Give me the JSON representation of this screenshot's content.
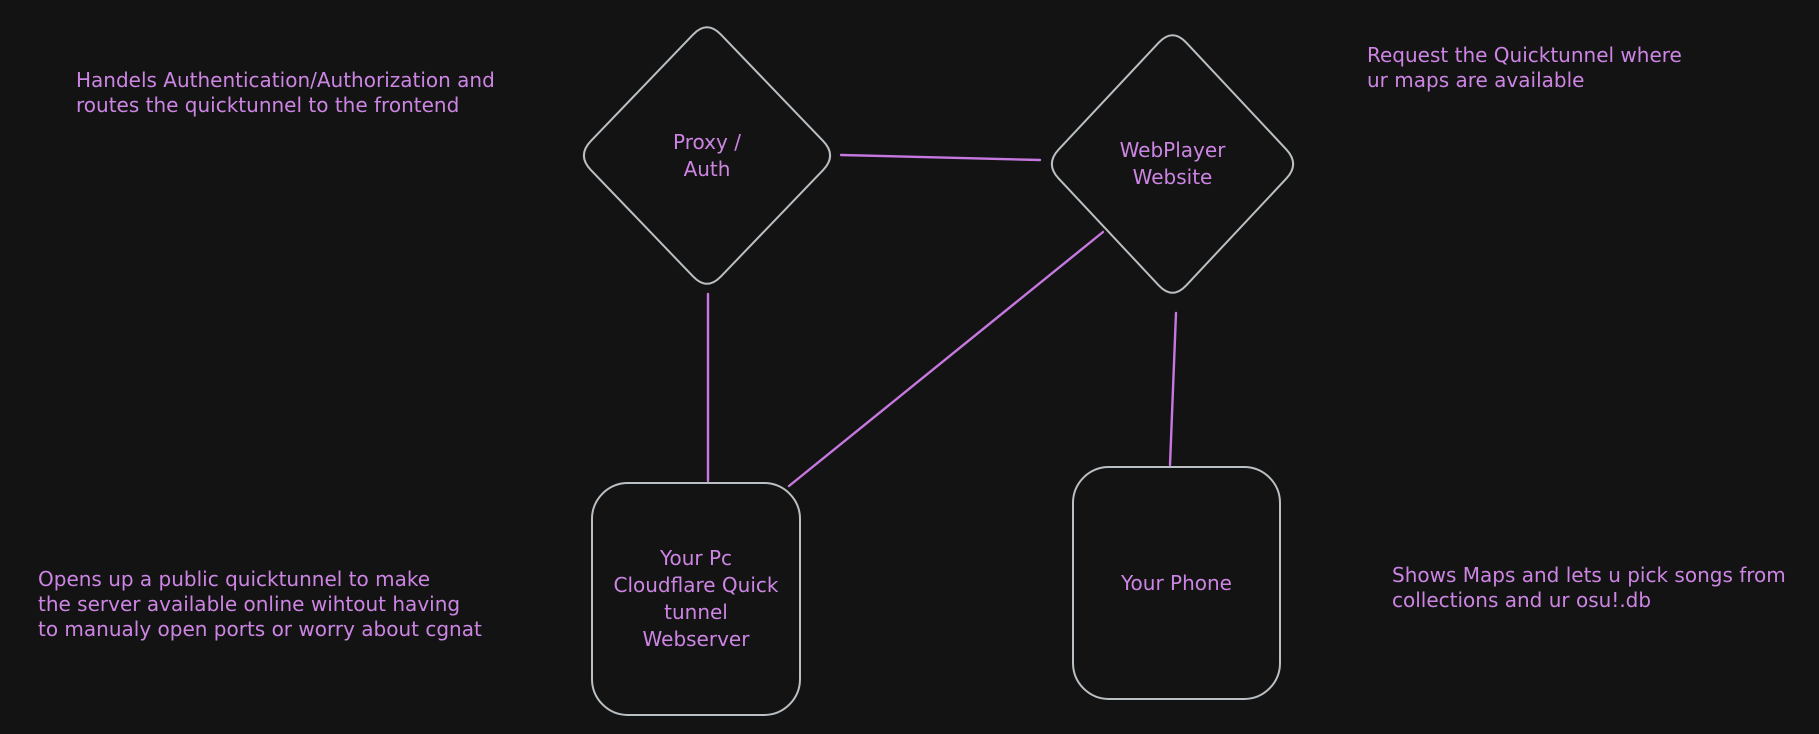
{
  "canvas": {
    "theme": "dark",
    "background_color": "#131313",
    "shape_stroke_color": "#b9bfc3",
    "connector_color": "#c678e0",
    "text_color": "#cd85e4"
  },
  "nodes": [
    {
      "id": "proxy-auth",
      "shape": "diamond",
      "lines": [
        "Proxy /",
        "Auth"
      ]
    },
    {
      "id": "webplayer-website",
      "shape": "diamond",
      "lines": [
        "WebPlayer",
        "Website"
      ]
    },
    {
      "id": "pc-webserver",
      "shape": "rounded-rect",
      "lines": [
        "Your Pc",
        "Cloudflare Quick",
        "tunnel",
        "Webserver"
      ]
    },
    {
      "id": "your-phone",
      "shape": "rounded-rect",
      "lines": [
        "Your Phone"
      ]
    }
  ],
  "edges": [
    {
      "from": "proxy-auth",
      "to": "webplayer-website"
    },
    {
      "from": "proxy-auth",
      "to": "pc-webserver"
    },
    {
      "from": "webplayer-website",
      "to": "pc-webserver"
    },
    {
      "from": "webplayer-website",
      "to": "your-phone"
    }
  ],
  "annotations": {
    "top_left": {
      "lines": [
        "Handels Authentication/Authorization and",
        "routes the quicktunnel to the frontend"
      ]
    },
    "top_right": {
      "lines": [
        "Request the Quicktunnel where",
        "ur maps are available"
      ]
    },
    "bottom_left": {
      "lines": [
        "Opens up a public quicktunnel to make",
        "the server available online wihtout having",
        "to manualy open ports or worry about cgnat"
      ]
    },
    "bottom_right": {
      "lines": [
        "Shows Maps and lets u pick songs from",
        "collections and ur osu!.db"
      ]
    }
  }
}
